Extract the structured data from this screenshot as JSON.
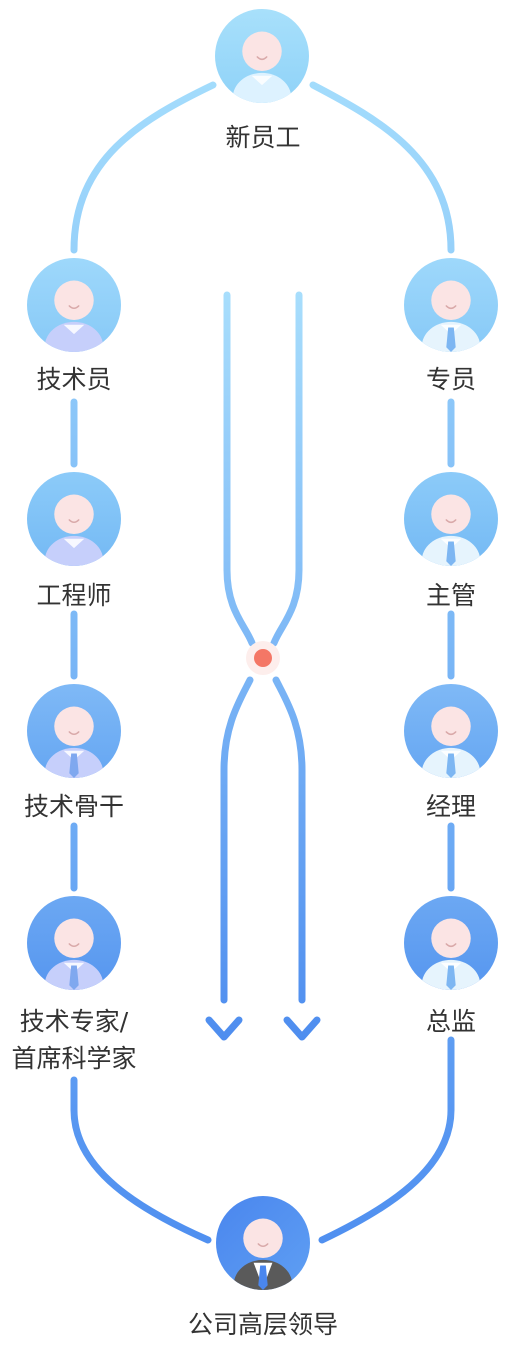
{
  "top": {
    "label": "新员工"
  },
  "technical_track": {
    "nodes": [
      {
        "lines": [
          "技术员"
        ]
      },
      {
        "lines": [
          "工程师"
        ]
      },
      {
        "lines": [
          "技术骨干"
        ]
      },
      {
        "lines": [
          "技术专家/",
          "首席科学家"
        ]
      }
    ]
  },
  "management_track": {
    "nodes": [
      {
        "lines": [
          "专员"
        ]
      },
      {
        "lines": [
          "主管"
        ]
      },
      {
        "lines": [
          "经理"
        ]
      },
      {
        "lines": [
          "总监"
        ]
      }
    ]
  },
  "bottom": {
    "label": "公司高层领导"
  },
  "colors": {
    "line_light": "#a3dcfc",
    "line_dark": "#4f8ff0",
    "crossover_dot": "#f47766"
  }
}
